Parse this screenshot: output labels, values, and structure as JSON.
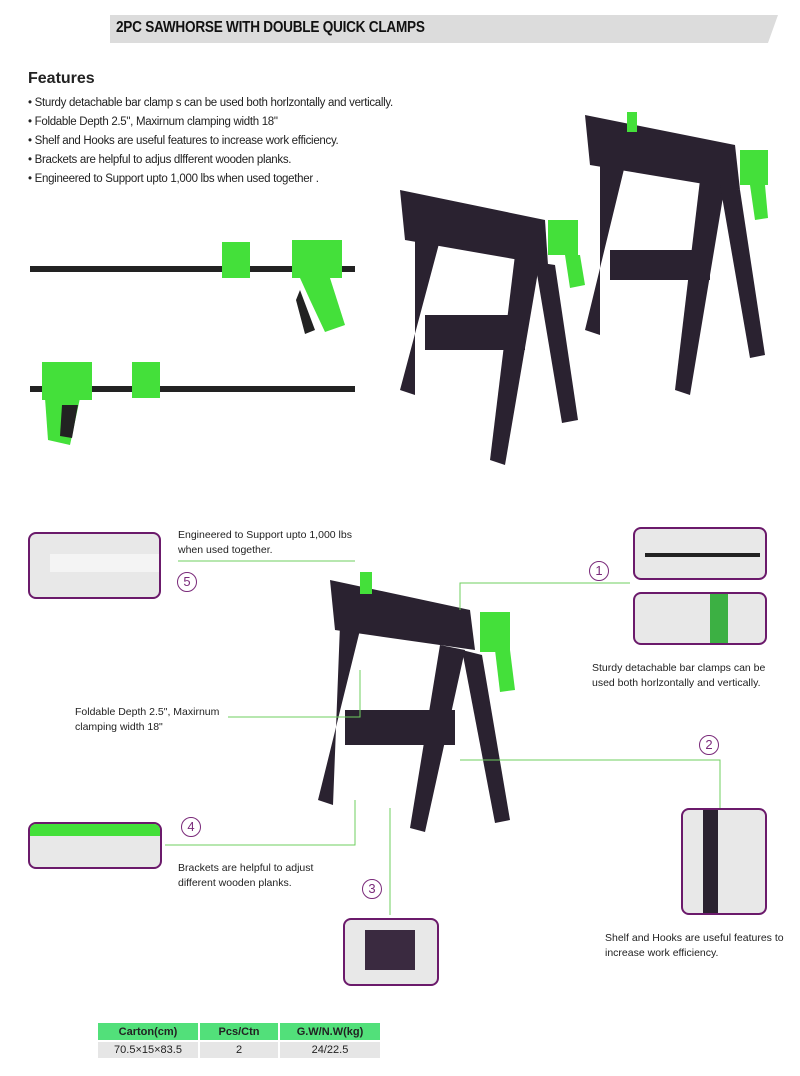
{
  "title": "2PC SAWHORSE WITH DOUBLE QUICK CLAMPS",
  "features": {
    "heading": "Features",
    "items": [
      "Sturdy detachable bar clamp s can be used both horlzontally and vertically.",
      "Foldable Depth 2.5\", Maxirnum clamping width 18\"",
      "Shelf and Hooks are useful features to increase work efficiency.",
      "Brackets are helpful to adjus dlfferent wooden planks.",
      "Engineered to Support upto 1,000 lbs when used together ."
    ]
  },
  "callouts": [
    {
      "number": "1",
      "text": "Sturdy detachable bar clamps can be used both horlzontally and vertically."
    },
    {
      "number": "2",
      "text": "Shelf and Hooks are useful features to increase work efficiency."
    },
    {
      "number": "3",
      "text": ""
    },
    {
      "number": "4",
      "text": "Brackets are helpful to adjust different wooden planks."
    },
    {
      "number": "5",
      "text": "Engineered to Support upto 1,000 lbs when used together."
    }
  ],
  "foldable_note": "Foldable Depth 2.5\", Maxirnum clamping width 18\"",
  "colors": {
    "accent_green": "#52e07a",
    "clamp_green": "#44e03a",
    "frame_purple": "#6b1a6b",
    "body": "#2a2230"
  },
  "table": {
    "headers": [
      "Carton(cm)",
      "Pcs/Ctn",
      "G.W/N.W(kg)"
    ],
    "rows": [
      [
        "70.5×15×83.5",
        "2",
        "24/22.5"
      ]
    ]
  }
}
